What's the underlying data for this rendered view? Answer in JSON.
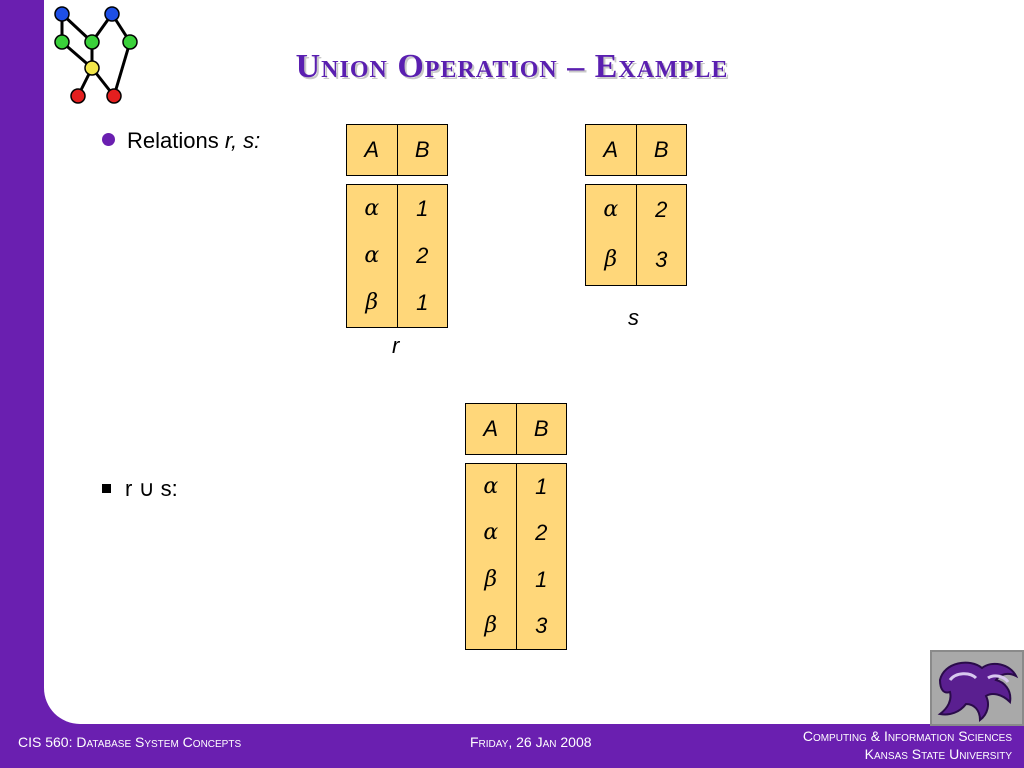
{
  "title": "Union Operation – Example",
  "bullets": {
    "relations_label": "Relations",
    "relations_vars": "r, s:",
    "union_expr": "r ∪ s:"
  },
  "tables": {
    "r": {
      "headers": [
        "A",
        "B"
      ],
      "rows": [
        [
          "α",
          "1"
        ],
        [
          "α",
          "2"
        ],
        [
          "β",
          "1"
        ]
      ],
      "caption": "r"
    },
    "s": {
      "headers": [
        "A",
        "B"
      ],
      "rows": [
        [
          "α",
          "2"
        ],
        [
          "β",
          "3"
        ]
      ],
      "caption": "s"
    },
    "union": {
      "headers": [
        "A",
        "B"
      ],
      "rows": [
        [
          "α",
          "1"
        ],
        [
          "α",
          "2"
        ],
        [
          "β",
          "1"
        ],
        [
          "β",
          "3"
        ]
      ]
    }
  },
  "footer": {
    "course": "CIS 560: Database System Concepts",
    "date": "Friday, 26 Jan 2008",
    "dept_line1": "Computing & Information Sciences",
    "dept_line2": "Kansas State University"
  },
  "colors": {
    "accent": "#6a1fb0",
    "table_fill": "#ffd77a",
    "title": "#5a1fb0"
  },
  "icons": [
    "graph-logo-icon",
    "wildcat-logo-icon"
  ]
}
